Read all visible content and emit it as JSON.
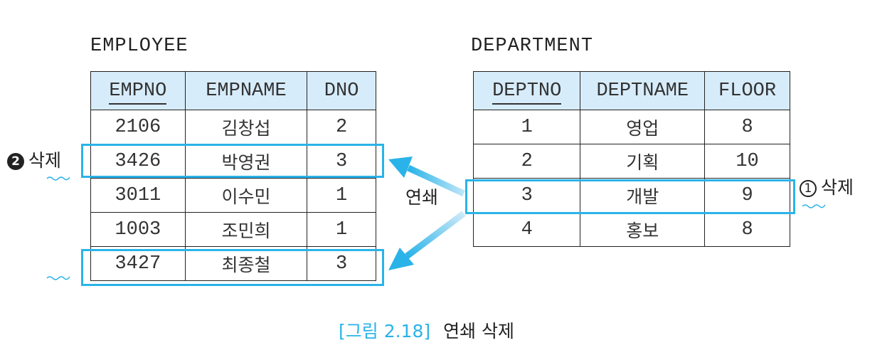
{
  "employee": {
    "title": "EMPLOYEE",
    "columns": [
      "EMPNO",
      "EMPNAME",
      "DNO"
    ],
    "rows": [
      [
        "2106",
        "김창섭",
        "2"
      ],
      [
        "3426",
        "박영권",
        "3"
      ],
      [
        "3011",
        "이수민",
        "1"
      ],
      [
        "1003",
        "조민희",
        "1"
      ],
      [
        "3427",
        "최종철",
        "3"
      ]
    ]
  },
  "department": {
    "title": "DEPARTMENT",
    "columns": [
      "DEPTNO",
      "DEPTNAME",
      "FLOOR"
    ],
    "rows": [
      [
        "1",
        "영업",
        "8"
      ],
      [
        "2",
        "기획",
        "10"
      ],
      [
        "3",
        "개발",
        "9"
      ],
      [
        "4",
        "홍보",
        "8"
      ]
    ]
  },
  "annotations": {
    "step2_number": "2",
    "step2_label": "삭제",
    "step1_number": "1",
    "step1_label": "삭제",
    "cascade_label": "연쇄"
  },
  "caption": {
    "figure": "[그림 2.18]",
    "text": "연쇄 삭제"
  },
  "colors": {
    "highlight": "#2ab3e8",
    "header_fill": "#d7ecfa"
  }
}
